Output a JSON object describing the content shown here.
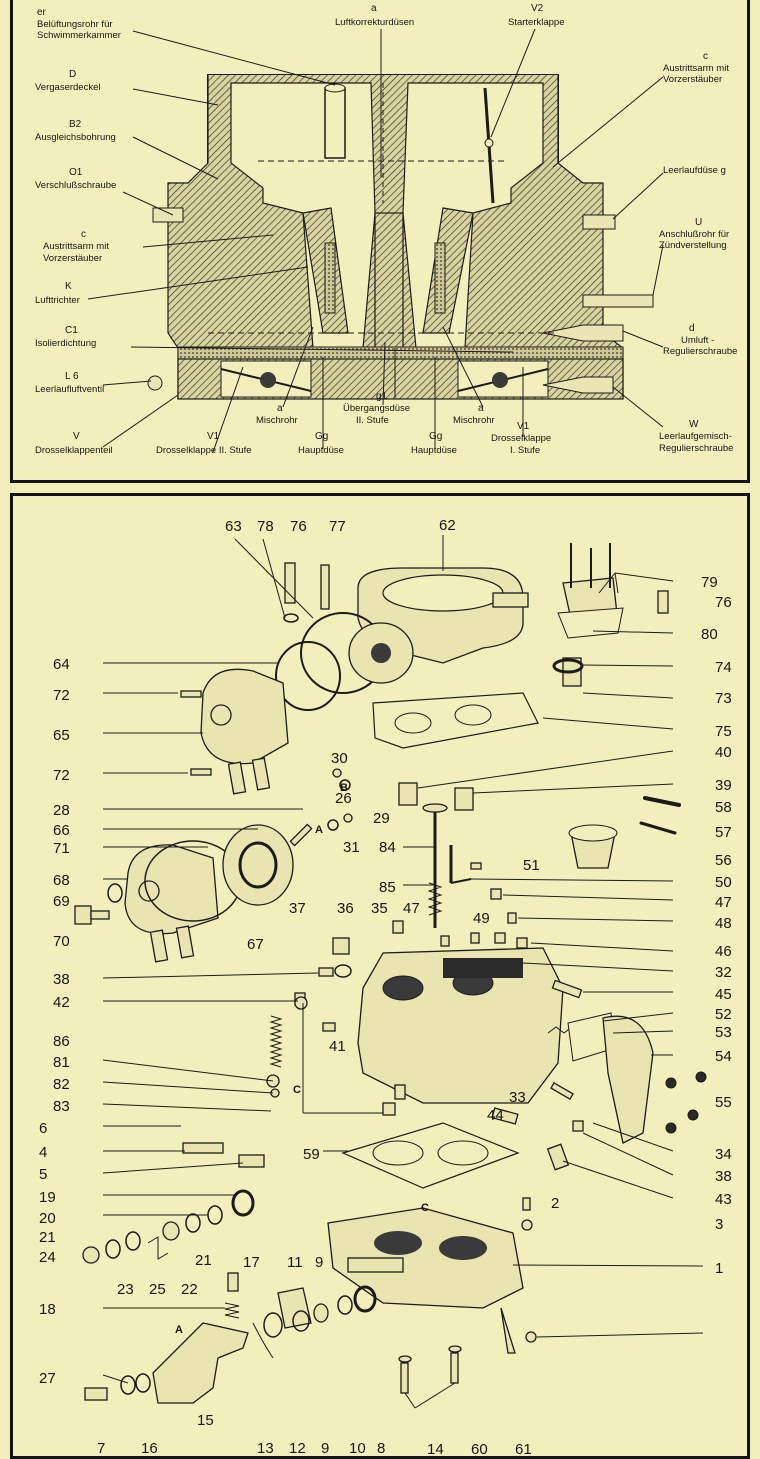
{
  "section_view": {
    "labels": [
      {
        "code": "er",
        "lines": [
          "Belüftungsrohr für",
          "Schwimmerkammer"
        ]
      },
      {
        "code": "a",
        "lines": [
          "Luftkorrekturdüsen"
        ]
      },
      {
        "code": "V2",
        "lines": [
          "Starterklappe"
        ]
      },
      {
        "code": "c",
        "lines": [
          "Austrittsarm mit",
          "Vorzerstäuber"
        ]
      },
      {
        "code": "D",
        "lines": [
          "Vergaserdeckel"
        ]
      },
      {
        "code": "B2",
        "lines": [
          "Ausgleichsbohrung"
        ]
      },
      {
        "code": "O1",
        "lines": [
          "Verschlußschraube"
        ]
      },
      {
        "code": "",
        "lines": [
          "Leerlaufdüse g"
        ]
      },
      {
        "code": "c",
        "lines": [
          "Austrittsarm mit",
          "Vorzerstäuber"
        ]
      },
      {
        "code": "U",
        "lines": [
          "Anschlußrohr für",
          "Zündverstellung"
        ]
      },
      {
        "code": "K",
        "lines": [
          "Lufttrichter"
        ]
      },
      {
        "code": "C1",
        "lines": [
          "Isolierdichtung"
        ]
      },
      {
        "code": "d",
        "lines": [
          "Umluft -",
          "Regulierschraube"
        ]
      },
      {
        "code": "L 6",
        "lines": [
          "Leerlaufluftventil"
        ]
      },
      {
        "code": "g1",
        "lines": [
          "Übergangsdüse",
          "II. Stufe"
        ]
      },
      {
        "code": "a",
        "lines": [
          "Mischrohr"
        ]
      },
      {
        "code": "a",
        "lines": [
          "Mischrohr"
        ]
      },
      {
        "code": "W",
        "lines": [
          "Leerlaufgemisch-",
          "Regulierschraube"
        ]
      },
      {
        "code": "V",
        "lines": [
          "Drosselklappenteil"
        ]
      },
      {
        "code": "V1",
        "lines": [
          "Drosselklappe II. Stufe"
        ]
      },
      {
        "code": "Gg",
        "lines": [
          "Hauptdüse"
        ]
      },
      {
        "code": "Gg",
        "lines": [
          "Hauptdüse"
        ]
      },
      {
        "code": "V1",
        "lines": [
          "Drosselklappe",
          "I. Stufe"
        ]
      }
    ]
  },
  "exploded_view": {
    "part_numbers": [
      "63",
      "78",
      "76",
      "77",
      "62",
      "79",
      "76",
      "80",
      "64",
      "74",
      "72",
      "73",
      "65",
      "75",
      "72",
      "30",
      "40",
      "B",
      "28",
      "29",
      "39",
      "58",
      "66",
      "A",
      "31",
      "84",
      "57",
      "71",
      "56",
      "51",
      "85",
      "50",
      "68",
      "69",
      "47",
      "70",
      "37",
      "36",
      "35",
      "47",
      "49",
      "48",
      "67",
      "46",
      "38",
      "32",
      "42",
      "45",
      "52",
      "86",
      "41",
      "53",
      "54",
      "81",
      "C",
      "82",
      "33",
      "55",
      "83",
      "44",
      "6",
      "34",
      "4",
      "59",
      "38",
      "5",
      "43",
      "19",
      "2",
      "20",
      "C",
      "3",
      "21",
      "21",
      "1",
      "24",
      "23",
      "25",
      "22",
      "17",
      "11",
      "9",
      "18",
      "A",
      "27",
      "15",
      "13",
      "12",
      "9",
      "10",
      "8",
      "7",
      "16",
      "14",
      "60",
      "61",
      "26",
      "B"
    ]
  }
}
